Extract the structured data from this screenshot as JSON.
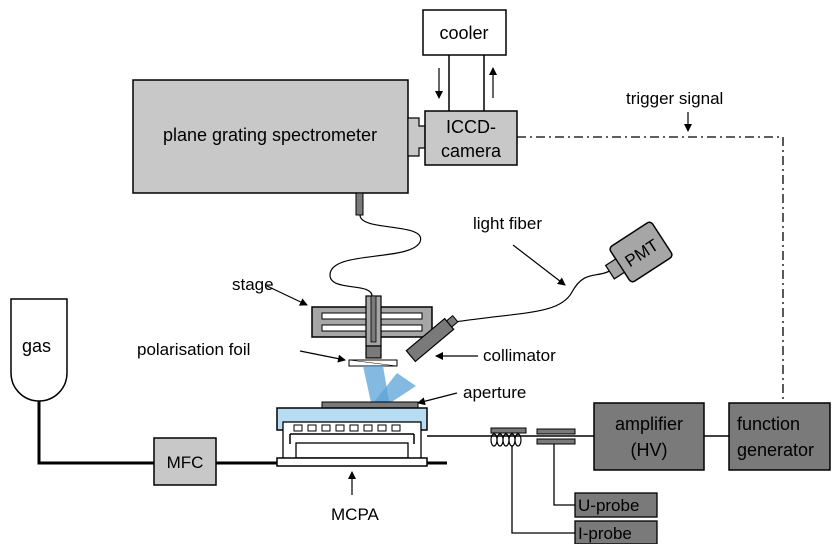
{
  "labels": {
    "cooler": "cooler",
    "spectrometer": "plane grating spectrometer",
    "iccd_line1": "ICCD-",
    "iccd_line2": "camera",
    "trigger_signal": "trigger signal",
    "light_fiber": "light fiber",
    "pmt": "PMT",
    "stage": "stage",
    "polarisation_foil": "polarisation foil",
    "collimator": "collimator",
    "aperture": "aperture",
    "gas": "gas",
    "mfc": "MFC",
    "mcpa": "MCPA",
    "amplifier_line1": "amplifier",
    "amplifier_line2": "(HV)",
    "function_line1": "function",
    "function_line2": "generator",
    "u_probe": "U-probe",
    "i_probe": "I-probe"
  },
  "colors": {
    "light_gray": "#c8c8c8",
    "dark_gray": "#7a7a7a",
    "medium_gray": "#a6a6a6",
    "light_blue": "#7fb8e0",
    "beam_blue": "#5ba3d8",
    "line": "#000000"
  }
}
